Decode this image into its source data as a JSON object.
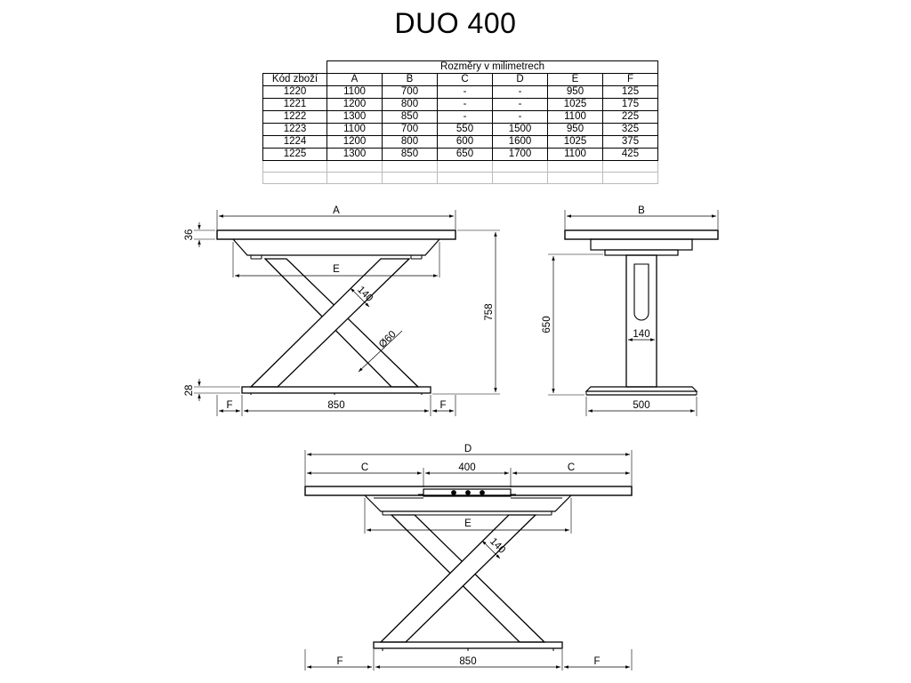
{
  "title": "DUO 400",
  "table": {
    "header_group": "Rozměry v milimetrech",
    "first_col": "Kód zboží",
    "columns": [
      "A",
      "B",
      "C",
      "D",
      "E",
      "F"
    ],
    "rows": [
      [
        "1220",
        "1100",
        "700",
        "-",
        "-",
        "950",
        "125"
      ],
      [
        "1221",
        "1200",
        "800",
        "-",
        "-",
        "1025",
        "175"
      ],
      [
        "1222",
        "1300",
        "850",
        "-",
        "-",
        "1100",
        "225"
      ],
      [
        "1223",
        "1100",
        "700",
        "550",
        "1500",
        "950",
        "325"
      ],
      [
        "1224",
        "1200",
        "800",
        "600",
        "1600",
        "1025",
        "375"
      ],
      [
        "1225",
        "1300",
        "850",
        "650",
        "1700",
        "1100",
        "425"
      ]
    ]
  },
  "front_view": {
    "dim_a": "A",
    "dim_e": "E",
    "dim_top_thickness": "36",
    "dim_leg_width": "140",
    "dim_diameter": "Ø60",
    "dim_height": "758",
    "dim_base_thickness": "28",
    "dim_left_f": "F",
    "dim_base": "850",
    "dim_right_f": "F"
  },
  "side_view": {
    "dim_b": "B",
    "dim_height": "650",
    "dim_leg": "140",
    "dim_base": "500"
  },
  "extended_view": {
    "dim_d": "D",
    "dim_left_c": "C",
    "dim_middle": "400",
    "dim_right_c": "C",
    "dim_e": "E",
    "dim_leg_width": "140",
    "dim_left_f": "F",
    "dim_base": "850",
    "dim_right_f": "F"
  }
}
